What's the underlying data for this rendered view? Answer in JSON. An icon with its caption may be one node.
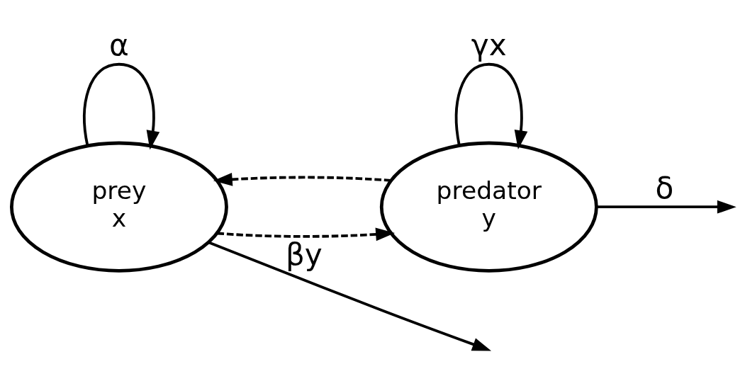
{
  "diagram": {
    "nodes": [
      {
        "text": [
          "prey",
          "x"
        ]
      },
      {
        "text": [
          "predator",
          "y"
        ]
      }
    ],
    "edges": [
      {
        "from": 0,
        "to": 0,
        "arrow": "to",
        "label": "α"
      },
      {
        "from": 0,
        "to": 1,
        "arrow": "to",
        "style": "dashed"
      },
      {
        "from": 1,
        "to": 1,
        "arrow": "to",
        "label": "γx"
      },
      {
        "from": 1,
        "to": 0,
        "arrow": "to",
        "style": "dashed"
      },
      {
        "from": 0,
        "to": null,
        "arrow": "to",
        "label": "βy"
      },
      {
        "from": 1,
        "to": null,
        "arrow": "to",
        "label": "δ"
      }
    ]
  }
}
